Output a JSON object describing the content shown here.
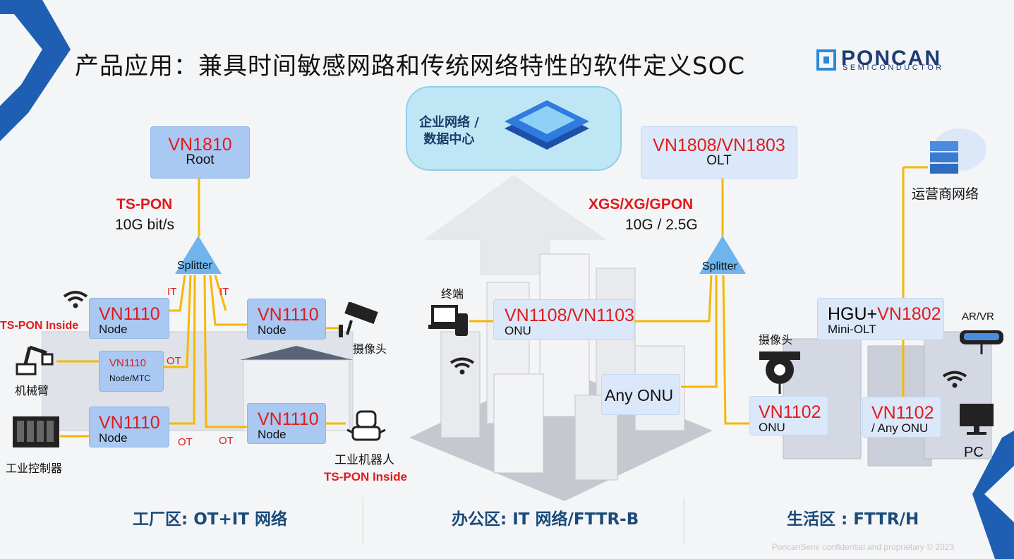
{
  "title": "产品应用：兼具时间敏感网路和传统网络特性的软件定义SOC",
  "logo": {
    "name": "PONCAN",
    "sub": "SEMICONDUCTOR"
  },
  "cloud": {
    "line1": "企业网络 /",
    "line2": "数据中心"
  },
  "left": {
    "root": {
      "model": "VN1810",
      "role": "Root"
    },
    "link_name": "TS-PON",
    "link_speed": "10G bit/s",
    "splitter": "Splitter",
    "it_labels": [
      "IT",
      "IT"
    ],
    "ot_labels": [
      "OT",
      "OT",
      "OT"
    ],
    "ts_pon_inside_left": "TS-PON Inside",
    "ts_pon_inside_bottom": "TS-PON Inside",
    "nodes": [
      {
        "model": "VN1110",
        "role": "Node"
      },
      {
        "model": "VN1110",
        "role": "Node/MTC"
      },
      {
        "model": "VN1110",
        "role": "Node"
      },
      {
        "model": "VN1110",
        "role": "Node"
      },
      {
        "model": "VN1110",
        "role": "Node"
      }
    ],
    "devices": {
      "arm": "机械臂",
      "controller": "工业控制器",
      "camera": "摄像头",
      "robot": "工业机器人"
    }
  },
  "middle": {
    "terminal": "终端",
    "onu": {
      "model": "VN1108/VN1103",
      "role": "ONU"
    },
    "any_onu": "Any ONU"
  },
  "right": {
    "olt": {
      "model": "VN1808/VN1803",
      "role": "OLT"
    },
    "link_name": "XGS/XG/GPON",
    "link_speed": "10G / 2.5G",
    "splitter": "Splitter",
    "operator": "运营商网络",
    "hgu": {
      "prefix": "HGU+",
      "model": "VN1802",
      "role": "Mini-OLT"
    },
    "arvr": "AR/VR",
    "camera": "摄像头",
    "onu1": {
      "model": "VN1102",
      "role": "ONU"
    },
    "onu2": {
      "model": "VN1102",
      "role": "/ Any ONU"
    },
    "pc": "PC"
  },
  "sections": {
    "factory": "工厂区: OT+IT 网络",
    "office": "办公区: IT 网络/FTTR-B",
    "home": "生活区 : FTTR/H"
  },
  "footer": "PoncanSemi confidential and proprietary © 2023",
  "colors": {
    "link": "#f5b800",
    "red": "#e01b1b",
    "box": "#a9c8f2",
    "box_light": "#dbe8f9",
    "accent_blue": "#1e5fb4"
  }
}
